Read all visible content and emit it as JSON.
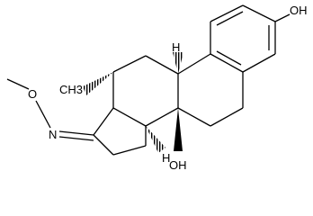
{
  "diagram": {
    "type": "chemical-structure",
    "background_color": "#ffffff",
    "bond_color": "#000000",
    "labels": {
      "hydroxy_aromatic": "OH",
      "hydroxy_ring_b": "OH",
      "oxime_oxygen": "O",
      "imine_nitrogen": "N",
      "h_ring_bc": "H",
      "h_ring_cd": "H",
      "methyl_c18": "CH3"
    }
  }
}
